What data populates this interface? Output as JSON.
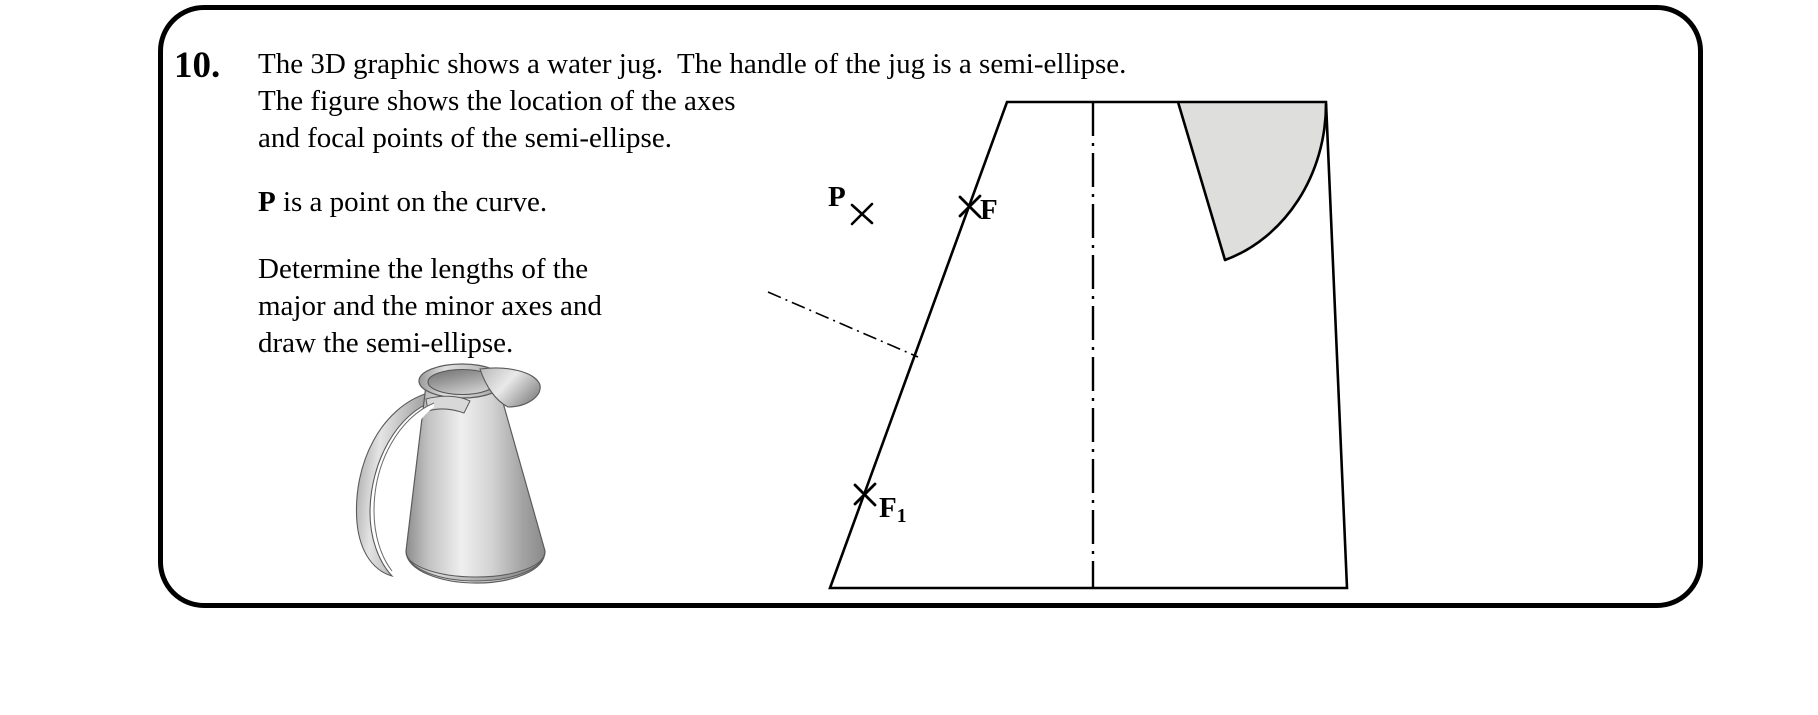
{
  "question": {
    "number": "10.",
    "paragraphs": [
      {
        "id": "intro",
        "lines": [
          "The 3D graphic shows a water jug.  The handle of the jug is a semi-ellipse.",
          "The figure shows the location of the axes",
          "and focal points of the semi-ellipse."
        ]
      },
      {
        "id": "point",
        "lead_bold": "P",
        "rest": " is a point on the curve."
      },
      {
        "id": "task",
        "lines": [
          "Determine the lengths of the",
          "major and the minor axes and",
          "draw the semi-ellipse."
        ]
      }
    ]
  },
  "figure": {
    "labels": {
      "point_p": "P",
      "focus_f": "F",
      "focus_f1_base": "F",
      "focus_f1_sub": "1"
    },
    "marks": {
      "p_marker": "cross-mark",
      "f_marker": "cross-mark",
      "f1_marker": "cross-mark"
    },
    "elements": {
      "outline": "trapezoid-jug-elevation",
      "centerline": "dash-dot-vertical-centre-line",
      "leader": "dash-dot-leader-line",
      "shaded_region": "spout-sector"
    },
    "colors": {
      "line": "#000000",
      "shade_fill": "#dededc",
      "paper": "#ffffff"
    }
  },
  "jug_graphic": {
    "name": "water-jug-3d-render",
    "colors": {
      "body_light": "#f2f2f2",
      "body_mid": "#c9c9c9",
      "body_dark": "#8f8f8f",
      "outline": "#4d4d4d"
    }
  }
}
